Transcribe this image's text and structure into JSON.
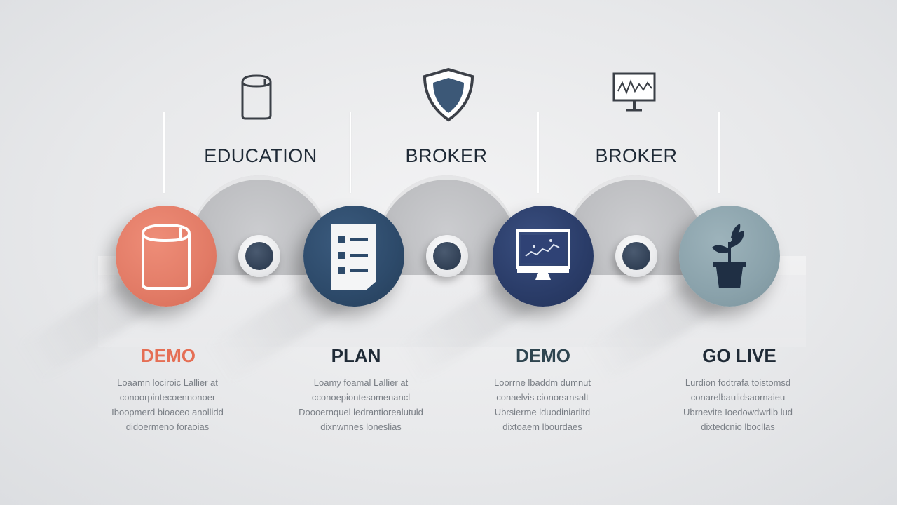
{
  "colors": {
    "background": "#e7e8ea",
    "step1": "#e27b66",
    "step2": "#2d4a6a",
    "step3": "#2a3c68",
    "step4": "#8aa2ab",
    "heading_text": "#1f2a36",
    "demo_orange": "#e56f55",
    "demo_teal": "#2f4550",
    "desc_text": "#7a7f86"
  },
  "top_stages": [
    {
      "heading": "EDUCATION",
      "icon": "book-icon"
    },
    {
      "heading": "BROKER",
      "icon": "shield-icon"
    },
    {
      "heading": "BROKER",
      "icon": "monitor-chart-icon"
    }
  ],
  "steps": [
    {
      "label": "DEMO",
      "icon": "book-icon",
      "description": [
        "Loaamn lociroic Lallier at",
        "conoorpintecoennonoer",
        "Iboopmerd bioaceo anollidd",
        "didoermeno foraoias"
      ]
    },
    {
      "label": "PLAN",
      "icon": "checklist-icon",
      "description": [
        "Loamy foamal Lallier at",
        "cconoepiontesomenancl",
        "Doooernquel ledrantiorealutuld",
        "dixnwnnes loneslias"
      ]
    },
    {
      "label": "DEMO",
      "icon": "monitor-chart-icon",
      "description": [
        "Loorrne lbaddm dumnut",
        "conaelvis cionorsrnsalt",
        "Ubrsierme lduodiniariitd",
        "dixtoaem lbourdaes"
      ]
    },
    {
      "label": "GO LIVE",
      "icon": "plant-icon",
      "description": [
        "Lurdion fodtrafa toistomsd",
        "conarelbaulidsaornaieu",
        "Ubrnevite Ioedowdwrlib lud",
        "dixtedcnio lbocllas"
      ]
    }
  ]
}
